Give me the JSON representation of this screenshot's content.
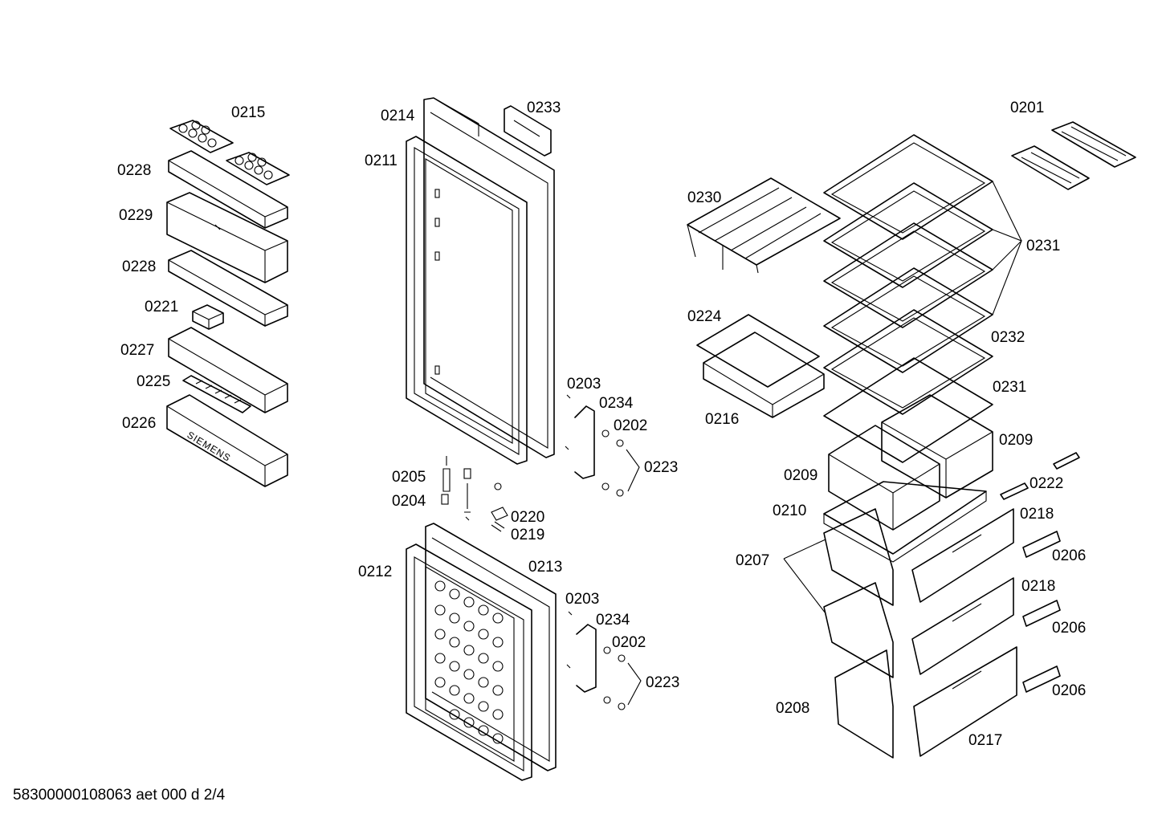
{
  "labels": [
    "0215",
    "0228",
    "0229",
    "0228",
    "0221",
    "0227",
    "0225",
    "0226",
    "0214",
    "0233",
    "0211",
    "0203",
    "0234",
    "0202",
    "0223",
    "0205",
    "0204",
    "0220",
    "0219",
    "0212",
    "0213",
    "0203",
    "0234",
    "0202",
    "0223",
    "0201",
    "0230",
    "0231",
    "0224",
    "0232",
    "0231",
    "0216",
    "0209",
    "0209",
    "0222",
    "0210",
    "0218",
    "0207",
    "0206",
    "0218",
    "0206",
    "0208",
    "0217",
    "0206"
  ],
  "brand": "SIEMENS",
  "footer": "58300000108063 aet 000 d 2/4"
}
